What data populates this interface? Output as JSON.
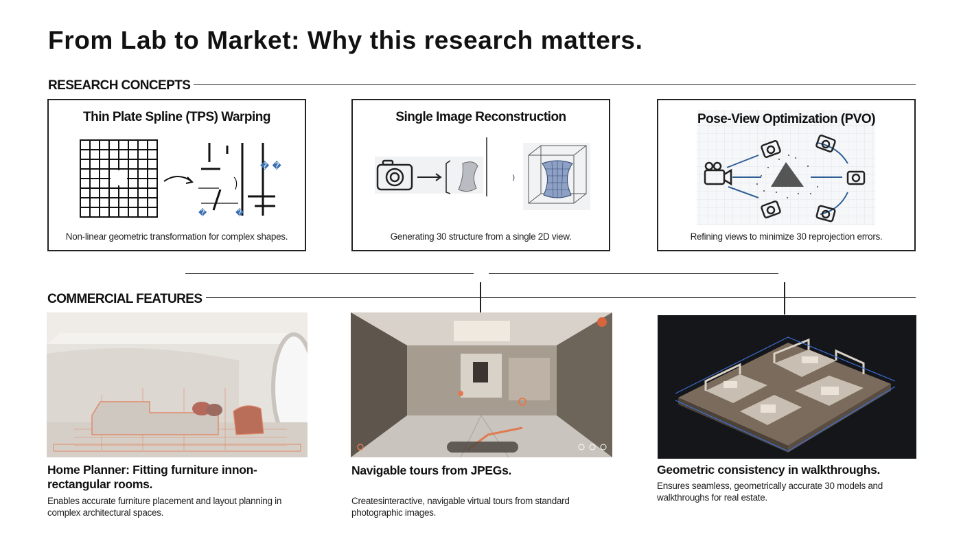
{
  "page": {
    "title": "From Lab to Market: Why this research matters."
  },
  "research": {
    "label": "RESEARCH CONCEPTS",
    "cards": [
      {
        "title": "Thin Plate Spline (TPS) Warping",
        "caption": "Non-linear geometric transformation for complex shapes.",
        "icon": "grid-warp-icon"
      },
      {
        "title": "Single Image Reconstruction",
        "caption": "Generating 30  structure from a single 2D view.",
        "icon": "camera-to-mesh-icon"
      },
      {
        "title": "Pose-View Optimization (PVO)",
        "caption": "Refining views to minimize 30  reprojection errors.",
        "icon": "multi-camera-pointcloud-icon"
      }
    ]
  },
  "commercial": {
    "label": "COMMERCIAL FEATURES",
    "features": [
      {
        "title": "Home Planner: Fitting furniture innon-rectangular rooms.",
        "description": "Enables accurate furniture placement and layout planning in complex architectural spaces.",
        "image": "curved-living-room-photo"
      },
      {
        "title": "Navigable tours from JPEGs.",
        "description": "Createsinteractive, navigable virtual tours from standard photographic images.",
        "image": "virtual-tour-hallway-photo"
      },
      {
        "title": "Geometric consistency in walkthroughs.",
        "description": "Ensures seamless, geometrically accurate 30  models and walkthroughs for real estate.",
        "image": "3d-dollhouse-model-photo"
      }
    ]
  },
  "colors": {
    "text": "#111111",
    "rule": "#222222",
    "accent": "#e07a52"
  }
}
